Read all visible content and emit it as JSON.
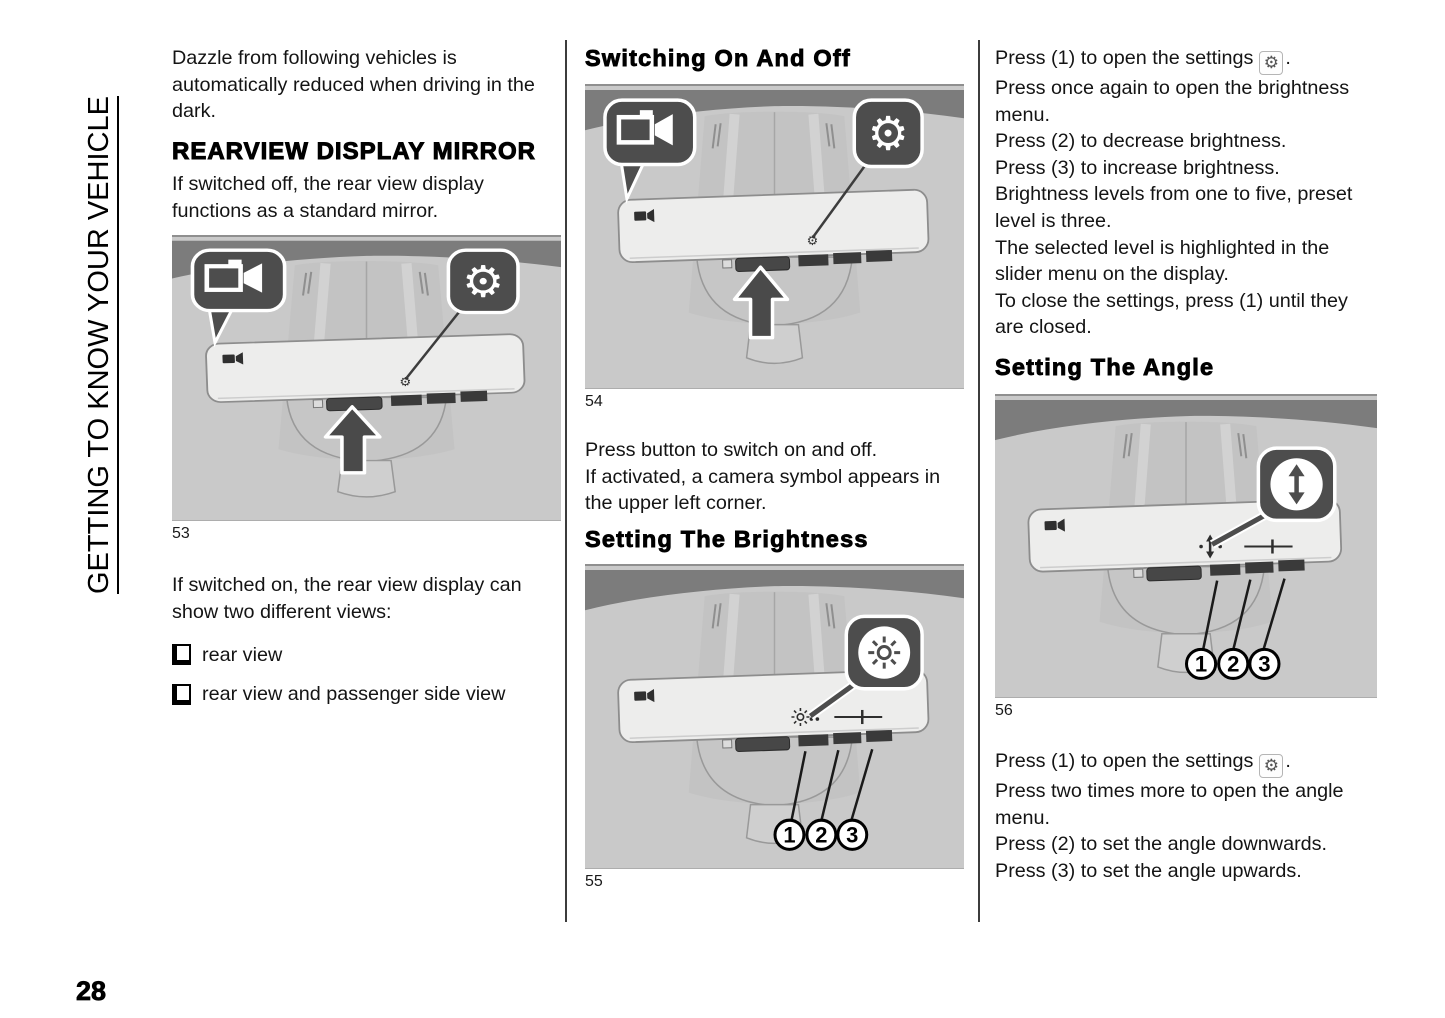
{
  "page": {
    "number": "28",
    "sidebar_title": "GETTING TO KNOW YOUR VEHICLE",
    "settings_icon_glyph": "⚙"
  },
  "columns": {
    "col1": {
      "intro": "Dazzle from following vehicles is automatically reduced when driving in the dark.",
      "heading": "REARVIEW DISPLAY MIRROR",
      "para_off": "If switched off, the rear view display functions as a standard mirror.",
      "figure53": {
        "number": "53",
        "icons": [
          "video-camera-icon",
          "gear-icon",
          "up-arrow-icon"
        ]
      },
      "para_on": "If switched on, the rear view display can show two different views:",
      "bullets": [
        {
          "label": "rear view"
        },
        {
          "label": "rear view and passenger side view"
        }
      ]
    },
    "col2": {
      "heading_switch": "Switching On And Off",
      "figure54": {
        "number": "54",
        "icons": [
          "video-camera-icon",
          "gear-icon",
          "up-arrow-icon"
        ]
      },
      "para_switch": [
        "Press button to switch on and off.",
        "If activated, a camera symbol appears in the upper left corner."
      ],
      "heading_brightness": "Setting The Brightness",
      "figure55": {
        "number": "55",
        "icon": "brightness-icon",
        "callouts": [
          "1",
          "2",
          "3"
        ]
      }
    },
    "col3": {
      "brightness_instructions": {
        "line1_prefix": "Press (1) to open the settings",
        "line1_suffix": ".",
        "sentences": [
          "Press once again to open the brightness menu.",
          "Press (2) to decrease brightness.",
          "Press (3) to increase brightness.",
          "Brightness levels from one to five, preset level is three.",
          "The selected level is highlighted in the slider menu on the display.",
          "To close the settings, press (1) until they are closed."
        ]
      },
      "heading_angle": "Setting The Angle",
      "figure56": {
        "number": "56",
        "icon": "angle-arrows-icon",
        "callouts": [
          "1",
          "2",
          "3"
        ]
      },
      "angle_instructions": {
        "line1_prefix": "Press (1) to open the settings",
        "line1_suffix": ".",
        "sentences": [
          "Press two times more to open the angle menu.",
          "Press (2) to set the angle downwards.",
          "Press (3) to set the angle upwards."
        ]
      }
    }
  }
}
